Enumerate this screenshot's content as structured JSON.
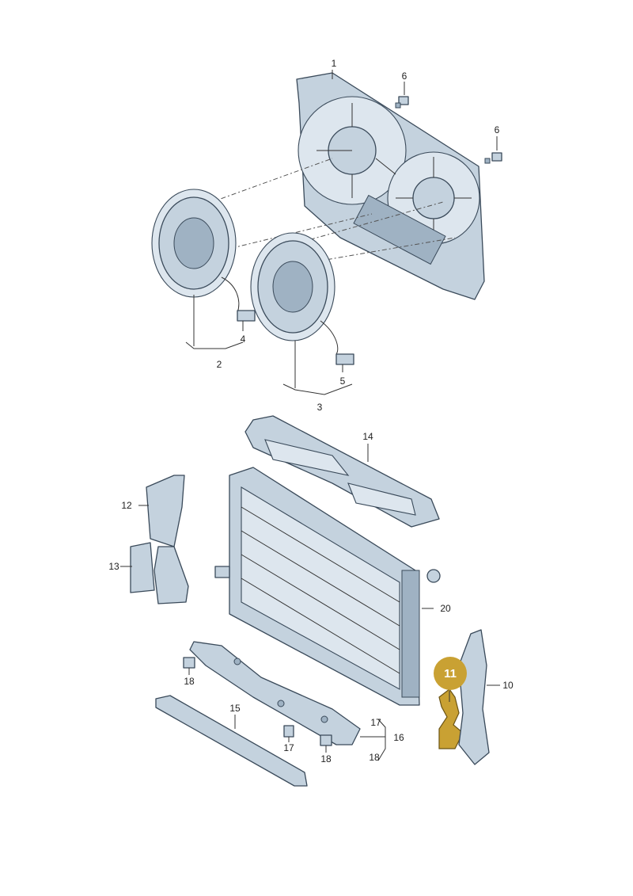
{
  "callouts": {
    "c1": "1",
    "c2": "2",
    "c3": "3",
    "c4": "4",
    "c5": "5",
    "c6a": "6",
    "c6b": "6",
    "c10": "10",
    "c11": "11",
    "c12": "12",
    "c13": "13",
    "c14": "14",
    "c15": "15",
    "c16": "16",
    "c17a": "17",
    "c17b": "17",
    "c18a": "18",
    "c18b": "18",
    "c18c": "18",
    "c20": "20"
  },
  "colors": {
    "part": "#c4d2de",
    "outline": "#3a4a5a",
    "highlight": "#c9a133"
  }
}
